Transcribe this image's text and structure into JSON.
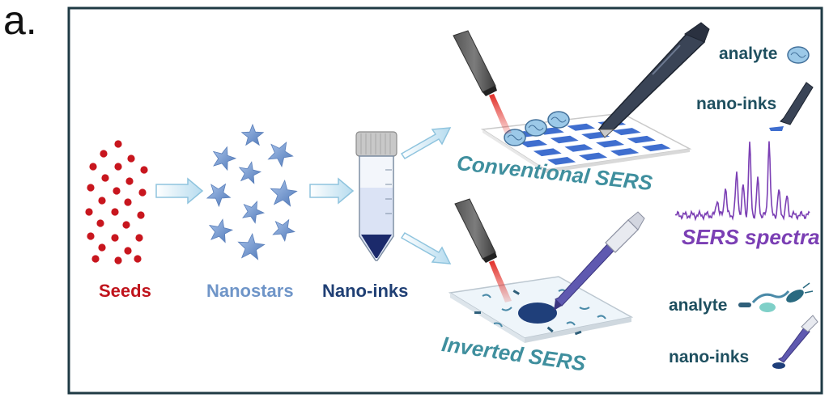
{
  "panel_label": "a.",
  "stages": {
    "seeds": "Seeds",
    "nanostars": "Nanostars",
    "nano_inks": "Nano-inks"
  },
  "methods": {
    "conventional": "Conventional SERS",
    "inverted": "Inverted SERS"
  },
  "legend": {
    "top_analyte": "analyte",
    "top_nano_inks": "nano-inks",
    "spectra": "SERS spectra",
    "bottom_analyte": "analyte",
    "bottom_nano_inks": "nano-inks"
  },
  "colors": {
    "seeds": "#c0141c",
    "nanostars": "#6f95c8",
    "nano_inks": "#1f3f74",
    "method_text": "#3f8f9e",
    "legend_text": "#1e4f5f",
    "spectra": "#7b3fb4",
    "frame": "#1f3a44"
  }
}
